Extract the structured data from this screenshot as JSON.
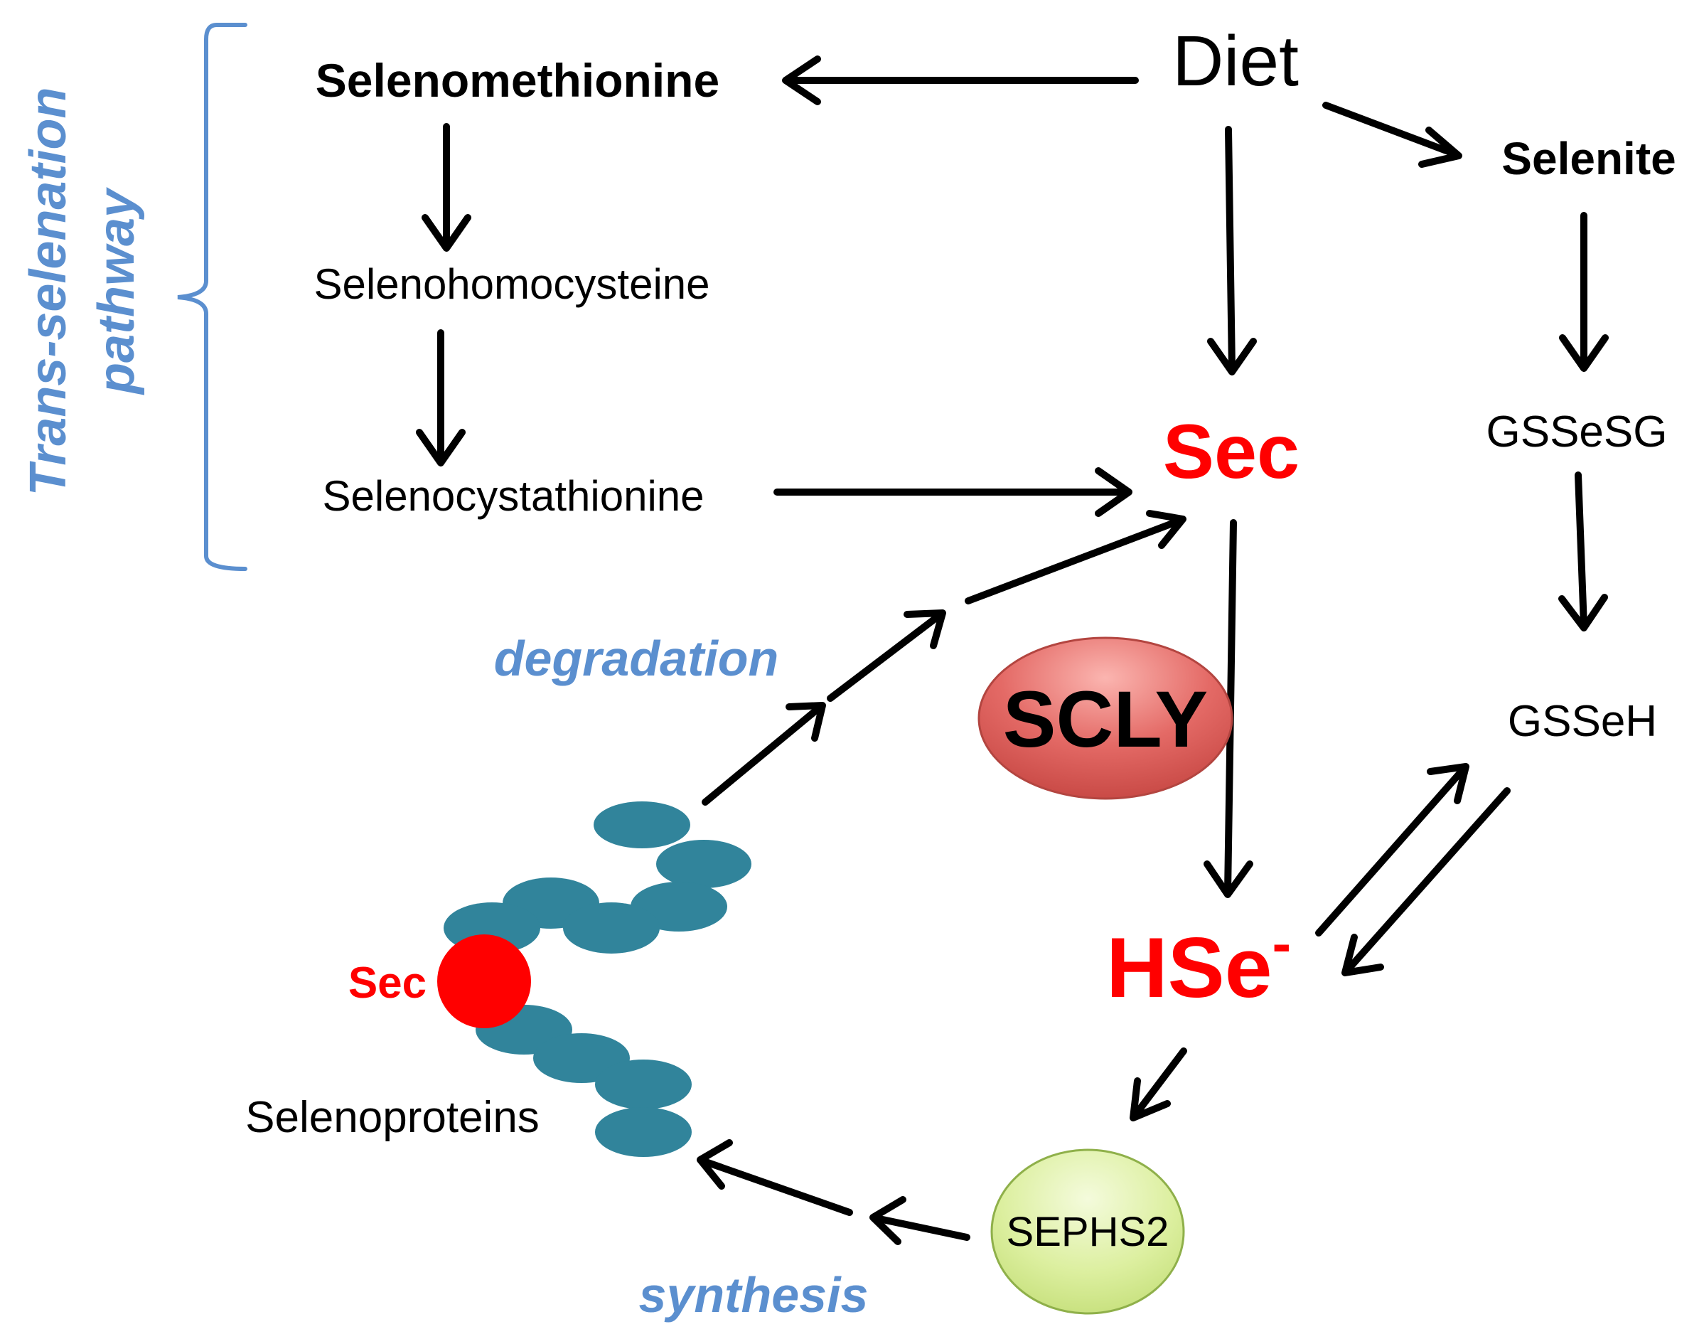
{
  "pathway_label": {
    "line1": "Trans-selenation",
    "line2": "pathway",
    "color": "#5b8fcf"
  },
  "nodes": {
    "diet": "Diet",
    "selenomethionine": "Selenomethionine",
    "selenite": "Selenite",
    "selenohomocysteine": "Selenohomocysteine",
    "selenocystathionine": "Selenocystathionine",
    "sec": "Sec",
    "gssesg": "GSSeSG",
    "gsseh": "GSSeH",
    "scly": "SCLY",
    "hse": "HSe",
    "hse_charge": "-",
    "sephs2": "SEPHS2",
    "protein_sec": "Sec",
    "selenoproteins": "Selenoproteins"
  },
  "process_labels": {
    "degradation": "degradation",
    "synthesis": "synthesis"
  },
  "colors": {
    "arrow": "#000000",
    "highlight_red": "#ff0000",
    "process_blue": "#5b8fcf",
    "protein_teal": "#31849b",
    "scly_fill": "#e06666",
    "sephs2_fill": "#d7ee9f"
  }
}
